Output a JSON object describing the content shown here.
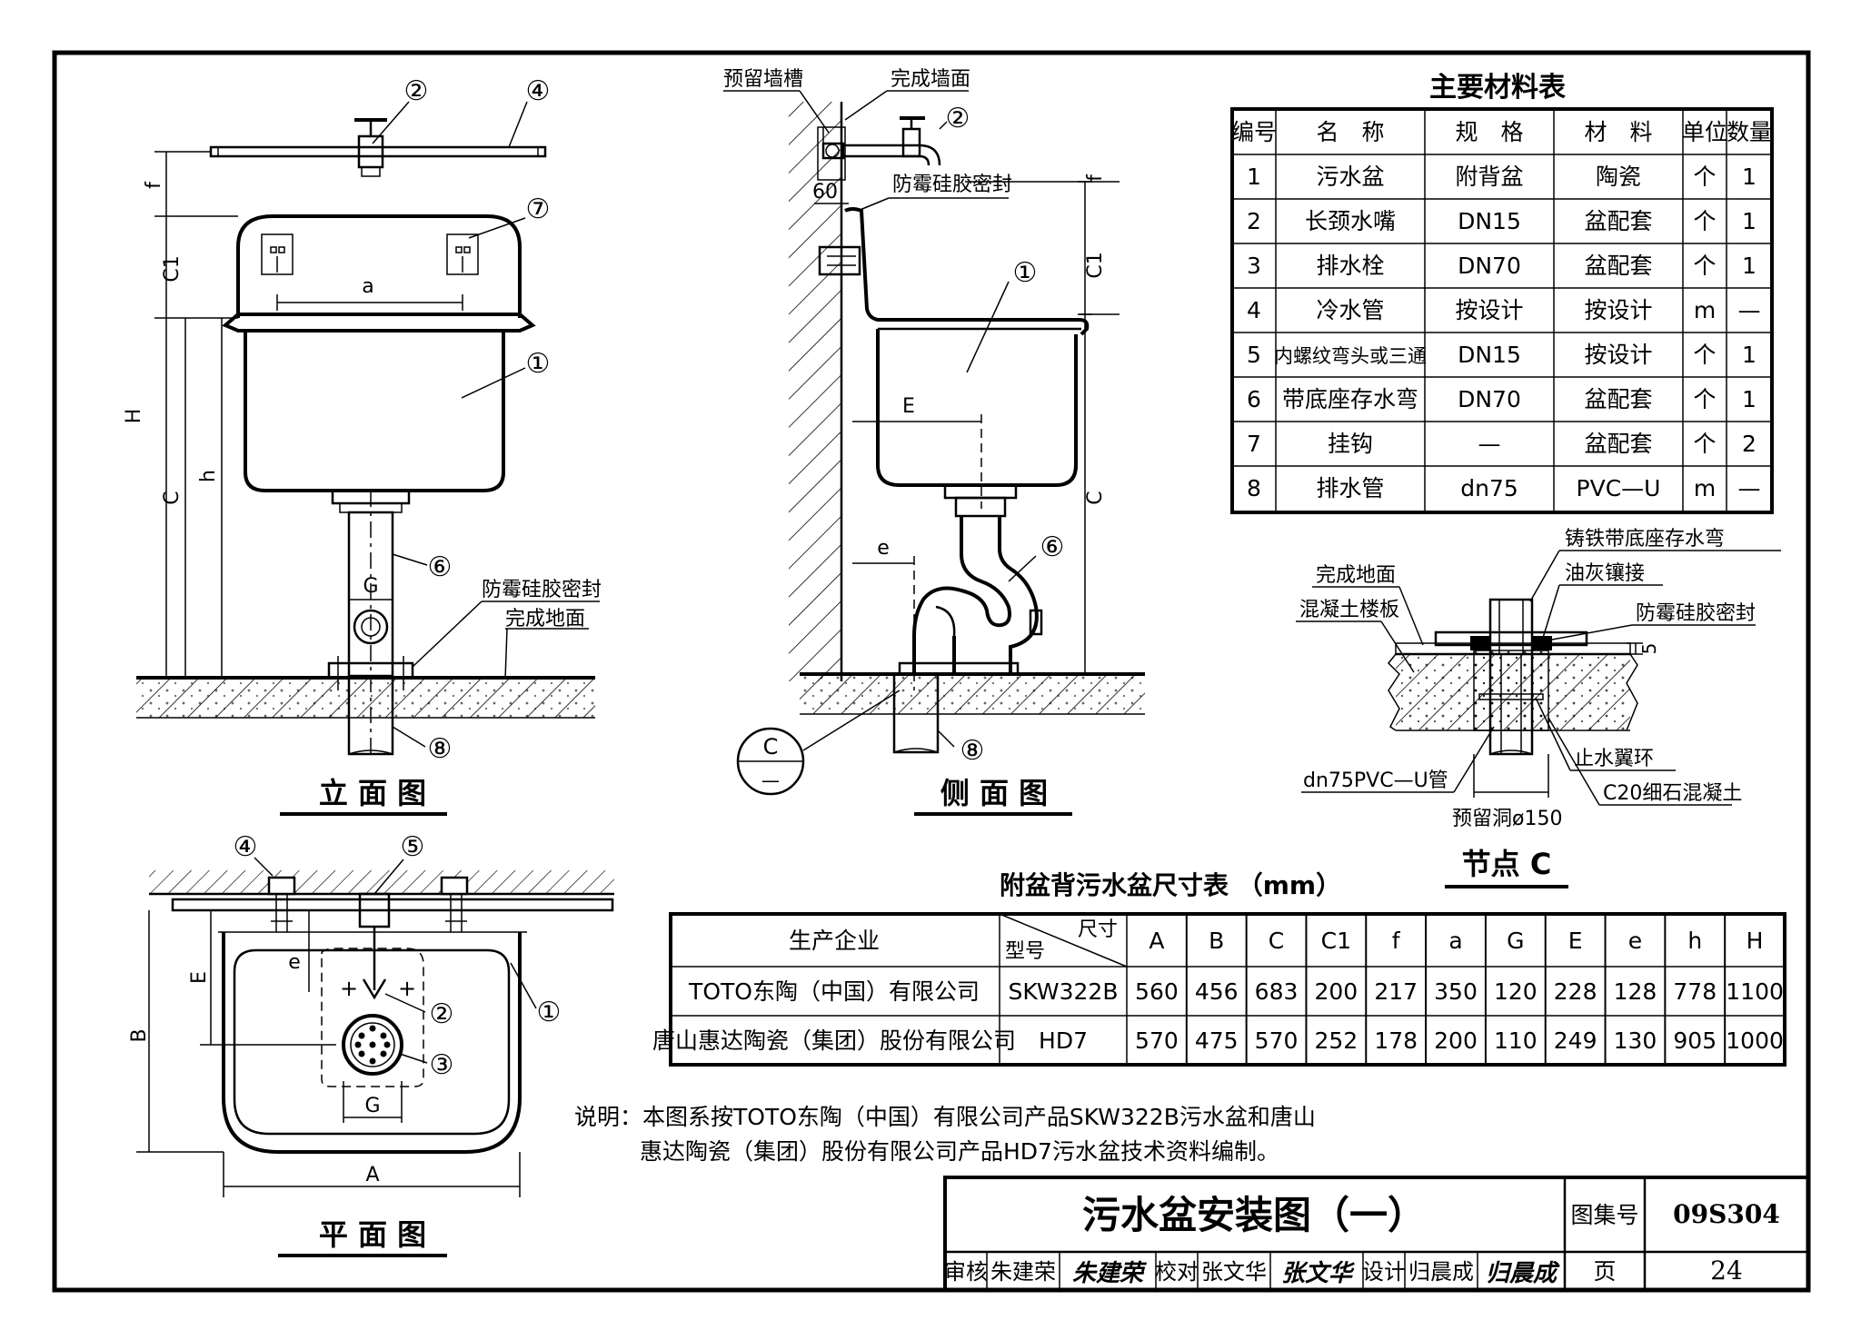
{
  "elevation": {
    "title": "立 面 图",
    "callouts": [
      "①",
      "②",
      "④",
      "⑥",
      "⑦",
      "⑧"
    ],
    "dims": {
      "f": "f",
      "C1": "C1",
      "C": "C",
      "H": "H",
      "h": "h",
      "a": "a",
      "G": "G"
    },
    "labels": {
      "seal": "防霉硅胶密封",
      "floor": "完成地面"
    }
  },
  "side": {
    "title": "侧 面 图",
    "labels": {
      "groove": "预留墙槽",
      "wall": "完成墙面",
      "seal": "防霉硅胶密封",
      "sixty": "60"
    },
    "dims": {
      "f": "f",
      "C1": "C1",
      "C": "C",
      "E": "E",
      "e": "e"
    },
    "detail_ref": {
      "top": "C",
      "bottom": "—"
    },
    "callouts": [
      "①",
      "②",
      "⑥",
      "⑧"
    ]
  },
  "plan": {
    "title": "平 面 图",
    "callouts": [
      "①",
      "②",
      "③",
      "④",
      "⑤"
    ],
    "dims": {
      "A": "A",
      "B": "B",
      "E": "E",
      "e": "e",
      "G": "G"
    }
  },
  "materials": {
    "title": "主要材料表",
    "headers": [
      "编号",
      "名　称",
      "规　格",
      "材　料",
      "单位",
      "数量"
    ],
    "rows": [
      [
        "1",
        "污水盆",
        "附背盆",
        "陶瓷",
        "个",
        "1"
      ],
      [
        "2",
        "长颈水嘴",
        "DN15",
        "盆配套",
        "个",
        "1"
      ],
      [
        "3",
        "排水栓",
        "DN70",
        "盆配套",
        "个",
        "1"
      ],
      [
        "4",
        "冷水管",
        "按设计",
        "按设计",
        "m",
        "—"
      ],
      [
        "5",
        "内螺纹弯头或三通",
        "DN15",
        "按设计",
        "个",
        "1"
      ],
      [
        "6",
        "带底座存水弯",
        "DN70",
        "盆配套",
        "个",
        "1"
      ],
      [
        "7",
        "挂钩",
        "—",
        "盆配套",
        "个",
        "2"
      ],
      [
        "8",
        "排水管",
        "dn75",
        "PVC—U",
        "m",
        "—"
      ]
    ]
  },
  "node": {
    "title": "节点 C",
    "labels": {
      "trap": "铸铁带底座存水弯",
      "putty": "油灰镶接",
      "floor": "完成地面",
      "slab": "混凝土楼板",
      "seal": "防霉硅胶密封",
      "ring": "止水翼环",
      "pipe": "dn75PVC—U管",
      "concrete": "C20细石混凝土",
      "hole": "预留洞ø150",
      "five": "5"
    }
  },
  "sizes": {
    "title": "附盆背污水盆尺寸表 （mm）",
    "col_company": "生产企业",
    "col_model": "型号",
    "col_size": "尺寸",
    "cols": [
      "A",
      "B",
      "C",
      "C1",
      "f",
      "a",
      "G",
      "E",
      "e",
      "h",
      "H"
    ],
    "rows": [
      {
        "company": "TOTO东陶（中国）有限公司",
        "model": "SKW322B",
        "values": [
          "560",
          "456",
          "683",
          "200",
          "217",
          "350",
          "120",
          "228",
          "128",
          "778",
          "1100"
        ]
      },
      {
        "company": "唐山惠达陶瓷（集团）股份有限公司",
        "model": "HD7",
        "values": [
          "570",
          "475",
          "570",
          "252",
          "178",
          "200",
          "110",
          "249",
          "130",
          "905",
          "1000"
        ]
      }
    ]
  },
  "note": {
    "line1": "说明：本图系按TOTO东陶（中国）有限公司产品SKW322B污水盆和唐山",
    "line2": "惠达陶瓷（集团）股份有限公司产品HD7污水盆技术资料编制。"
  },
  "titleblock": {
    "title": "污水盆安装图（一）",
    "atlas_label": "图集号",
    "atlas_no": "09S304",
    "page_label": "页",
    "page_no": "24",
    "review_label": "审核",
    "reviewer": "朱建荣",
    "reviewer_sig": "朱建荣",
    "check_label": "校对",
    "checker": "张文华",
    "checker_sig": "张文华",
    "design_label": "设计",
    "designer": "归晨成",
    "designer_sig": "归晨成"
  },
  "colors": {
    "ink": "#000000",
    "paper": "#ffffff"
  }
}
